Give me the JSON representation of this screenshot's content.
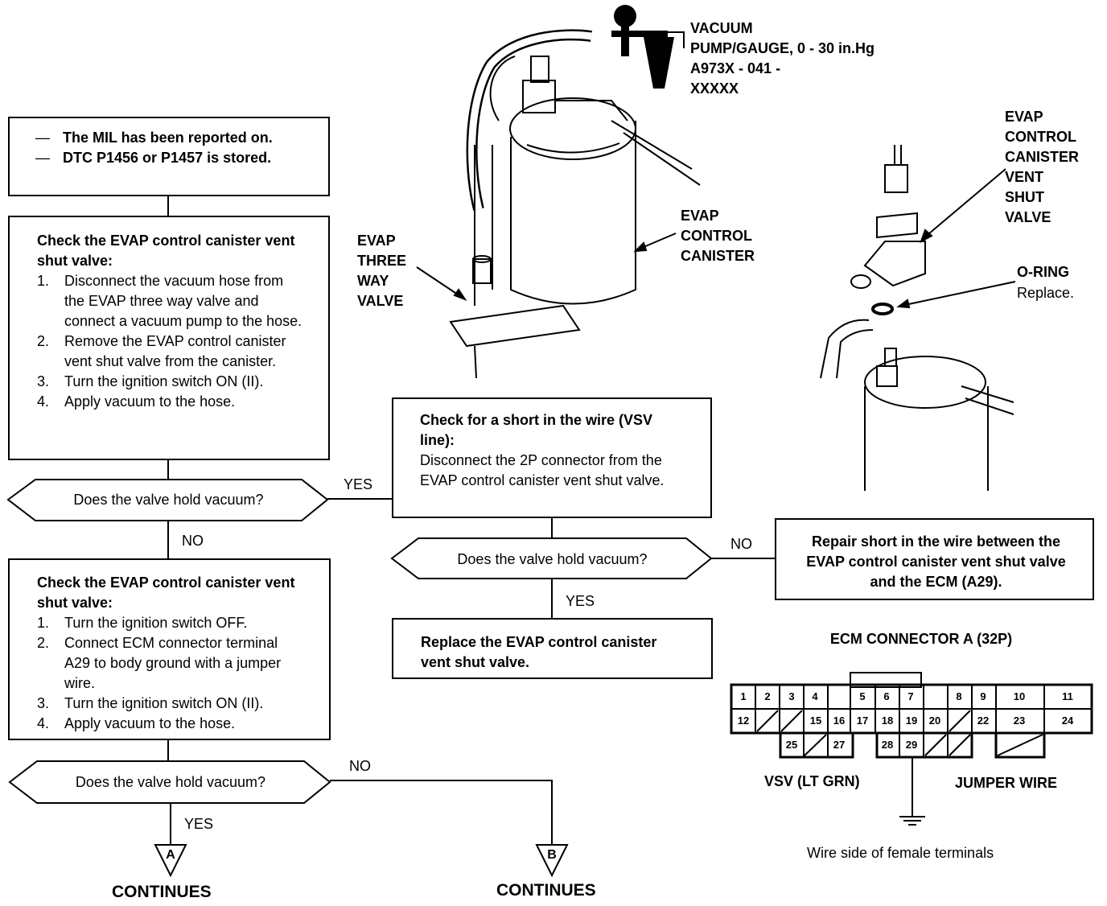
{
  "start_box": {
    "lines": [
      "The MIL has been reported on.",
      "DTC P1456 or P1457 is stored."
    ]
  },
  "check1": {
    "heading": "Check the EVAP control canister vent shut valve:",
    "steps": [
      {
        "n": "1.",
        "text": "Disconnect the vacuum hose from the EVAP three way valve and connect a vacuum pump to the hose."
      },
      {
        "n": "2.",
        "text": "Remove the EVAP control canister vent shut valve from the canister."
      },
      {
        "n": "3.",
        "text": "Turn the ignition switch ON (II)."
      },
      {
        "n": "4.",
        "text": "Apply vacuum to the hose."
      }
    ]
  },
  "decision1": {
    "text": "Does the valve hold vacuum?",
    "yes": "YES",
    "no": "NO"
  },
  "check2": {
    "heading": "Check the EVAP control canister vent shut valve:",
    "steps": [
      {
        "n": "1.",
        "text": "Turn the ignition switch OFF."
      },
      {
        "n": "2.",
        "text": "Connect ECM connector terminal A29 to body ground with a jumper wire."
      },
      {
        "n": "3.",
        "text": "Turn the ignition switch ON (II)."
      },
      {
        "n": "4.",
        "text": "Apply vacuum to the hose."
      }
    ]
  },
  "decision2": {
    "text": "Does the valve hold vacuum?",
    "yes": "YES",
    "no": "NO"
  },
  "short_check": {
    "heading": "Check for a short in the wire (VSV line):",
    "body": "Disconnect the 2P connector from the EVAP control canister vent shut valve."
  },
  "decision3": {
    "text": "Does the valve hold vacuum?",
    "yes": "YES",
    "no": "NO"
  },
  "repair_box": {
    "text": "Repair short in the wire between the EVAP control canister vent shut valve and the ECM (A29)."
  },
  "replace_box": {
    "text": "Replace the EVAP control canister vent shut valve."
  },
  "continues": {
    "a": "A",
    "b": "B",
    "label": "CONTINUES"
  },
  "illustration": {
    "vacuum_pump": [
      "VACUUM",
      "PUMP/GAUGE, 0 - 30 in.Hg",
      "A973X - 041 -",
      "XXXXX"
    ],
    "three_way_valve": [
      "EVAP",
      "THREE",
      "WAY",
      "VALVE"
    ],
    "canister": [
      "EVAP",
      "CONTROL",
      "CANISTER"
    ],
    "vent_shut_valve": [
      "EVAP",
      "CONTROL",
      "CANISTER",
      "VENT",
      "SHUT",
      "VALVE"
    ],
    "o_ring": "O-RING",
    "o_ring_note": "Replace."
  },
  "connector": {
    "title": "ECM CONNECTOR A (32P)",
    "row1": [
      "1",
      "2",
      "3",
      "4",
      "5",
      "6",
      "7",
      "8",
      "9",
      "10",
      "11"
    ],
    "row2": [
      "12",
      "15",
      "16",
      "17",
      "18",
      "19",
      "20",
      "22",
      "23",
      "24"
    ],
    "row3": [
      "25",
      "27",
      "28",
      "29"
    ],
    "vsv_label": "VSV (LT GRN)",
    "jumper_label": "JUMPER WIRE",
    "caption": "Wire side of female terminals"
  }
}
